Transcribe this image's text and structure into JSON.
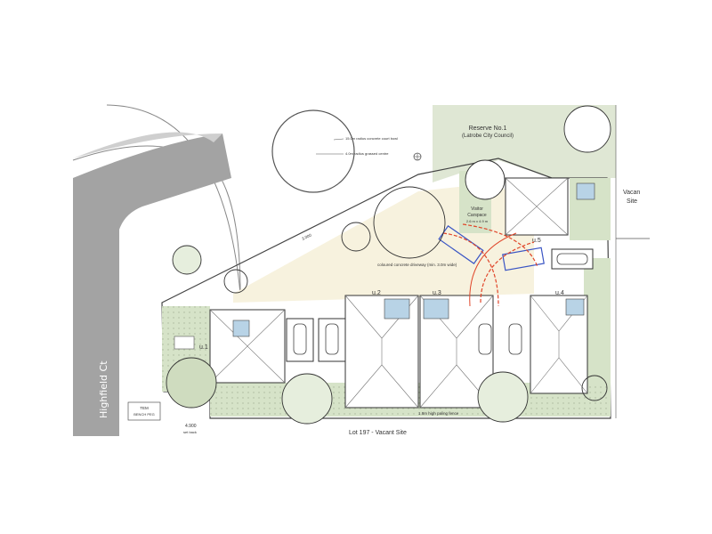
{
  "roads": {
    "highfield_upper": "Highfield   Ct",
    "highfield_lower": "Highfield   Ct"
  },
  "reserve": {
    "title": "Reserve No.1",
    "subtitle": "(Latrobe City Council)"
  },
  "court_bowl": {
    "line1": "15.0m radius concrete court bowl",
    "line2": "4.0m radius grassed centre"
  },
  "vacant": {
    "line1": "Vacan",
    "line2": "Site"
  },
  "bottom_label": "Lot 197 - Vacant Site",
  "driveway_label": "coloured concrete driveway (min. 3.0m wide)",
  "visitor_carspace": {
    "line1": "Visitor",
    "line2": "Carspace",
    "line3": "2.6 m x 4.9 m"
  },
  "units": {
    "u1": "u.1",
    "u2": "u.2",
    "u3": "u.3",
    "u4": "u.4",
    "u5": "u.5"
  },
  "tem_box": {
    "line1": "TEM",
    "line2": "BENCH PEG"
  },
  "dims": {
    "d4900": "4.900",
    "setback": "set back",
    "d3000": "3.000"
  },
  "fence_label": "1.8m high paling fence",
  "colors": {
    "road": "#a3a3a3",
    "reserve": "#dfe7d4",
    "garden": "#d6e3c8",
    "driveway": "#f2ecd2",
    "swept_path": "#e0462a",
    "vehicle_outline": "#3a55c4",
    "wet_area": "#b8d3e6"
  }
}
